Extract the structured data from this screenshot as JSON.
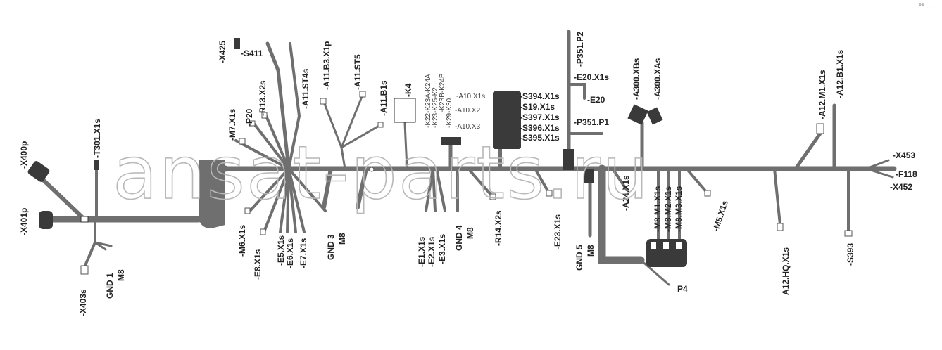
{
  "watermark": "ansat-parts.ru",
  "corner_mark": "°° ...",
  "colors": {
    "harness": "#6f6f6f",
    "harness_dark": "#4a4a4a",
    "connector": "#3a3a3a",
    "text": "#222222",
    "watermark_stroke": "#b8b8b8"
  },
  "labels": {
    "x400p": "-X400p",
    "x401p": "-X401p",
    "t301": "-T301.X1s",
    "x403s": "-X403s",
    "gnd1a": "GND 1",
    "gnd1b": "M8",
    "x425": "-X425",
    "s411": "-S411",
    "m7": "-M7.X1s",
    "p20": "-P20",
    "r13": "-R13.X2s",
    "a11st4": "-A11.ST4s",
    "a11b3": "-A11.B3.X1p",
    "a11st5": "-A11.ST5",
    "a11b1": "-A11.B1s",
    "m6": "-M6.X1s",
    "e8": "-E8.X1s",
    "e5": "-E5.X1s",
    "e6": "-E6.X1s",
    "e7": "-E7.X1s",
    "gnd3a": "GND 3",
    "gnd3b": "M8",
    "k4": "-K4",
    "k22": "-K22-K23A-K24A",
    "k25": "-K23-K25-K2",
    "k28": "-K23B-K24B",
    "k29": "-K29-K30",
    "a10x1s": "-A10.X1s",
    "a10x2": "-A10.X2",
    "a10x3": "-A10.X3",
    "s394": "-S394.X1s",
    "s19": "-S19.X1s",
    "s397": "-S397.X1s",
    "s396": "-S396.X1s",
    "s395": "-S395.X1s",
    "e1": "-E1.X1s",
    "e2": "-E2.X1s",
    "e3": "-E3.X1s",
    "gnd4a": "GND 4",
    "gnd4b": "M8",
    "r14": "-R14.X2s",
    "e23": "-E23.X1s",
    "p351p2": "-P351.P2",
    "e20x1s": "-E20.X1s",
    "e20": "-E20",
    "p351p1": "-P351.P1",
    "gnd5a": "GND 5",
    "gnd5b": "M8",
    "a300xbs": "-A300.XBs",
    "a300xas": "-A300.XAs",
    "a24": "-A24.X1s",
    "m8m1": "-M8.M1.X1s",
    "m8m2": "-M8.M2.X1s",
    "m8m3": "-M8.M3.X1s",
    "m5": "-M5.X1s",
    "p4": "P4",
    "a12m1": "-A12.M1.X1s",
    "a12b1": "-A12.B1.X1s",
    "x453": "-X453",
    "f118": "-F118",
    "x452": "-X452",
    "a12hq": "A12.HQ.X1s",
    "s393": "-S393"
  }
}
